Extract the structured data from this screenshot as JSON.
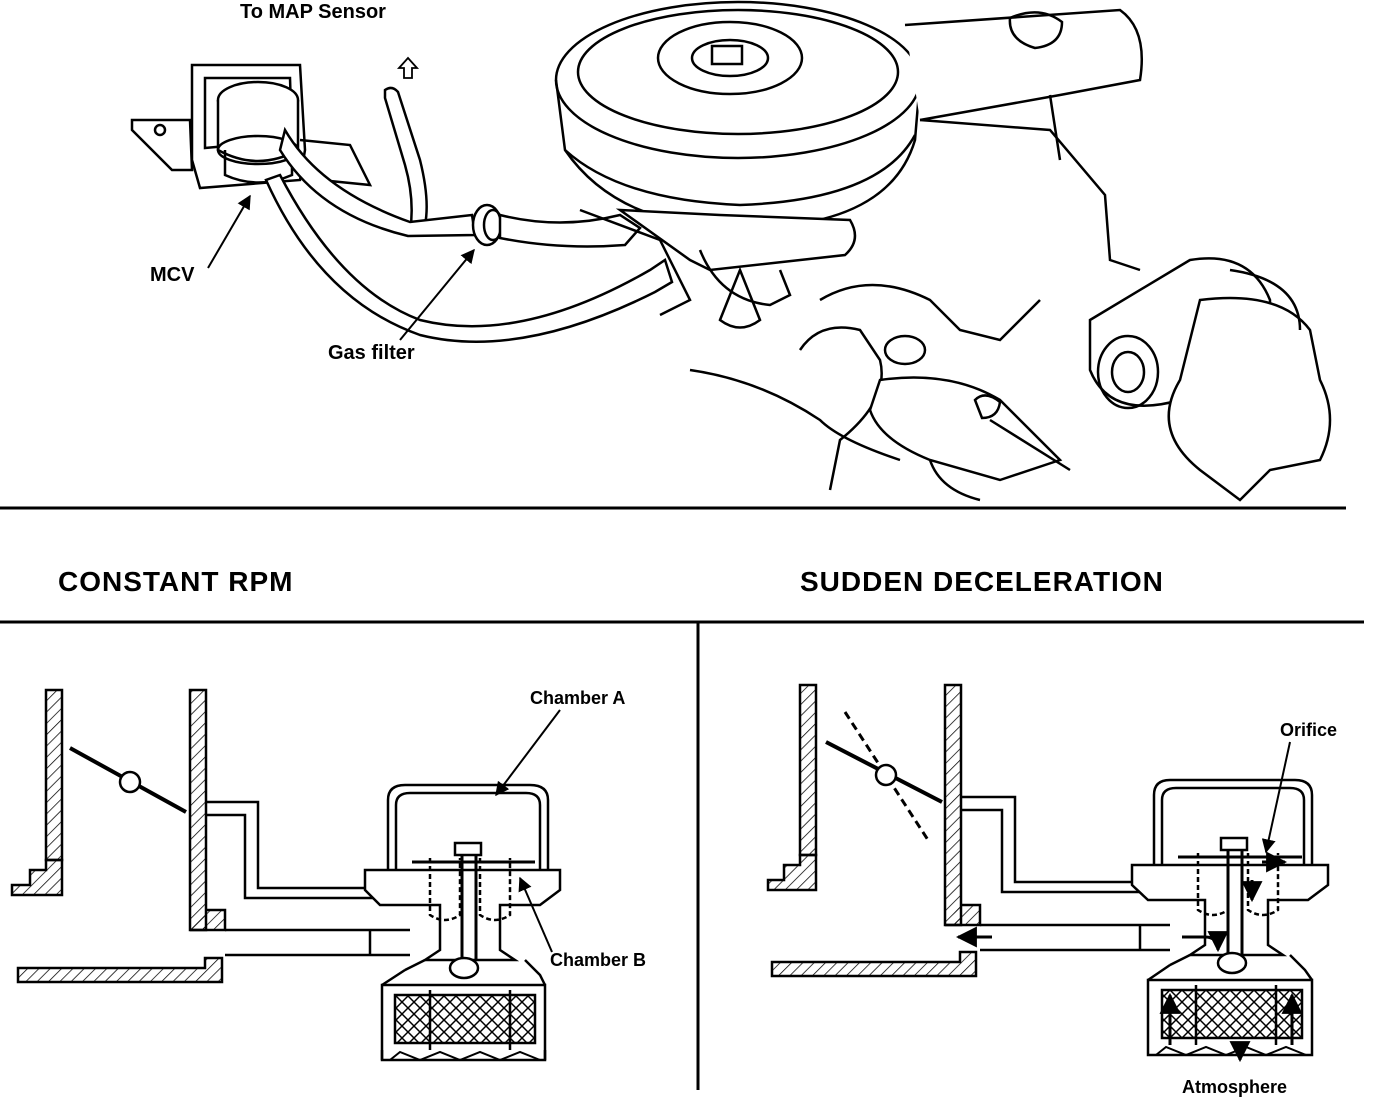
{
  "top_diagram": {
    "labels": {
      "to_map_sensor": "To MAP Sensor",
      "mcv": "MCV",
      "gas_filter": "Gas filter"
    }
  },
  "panels": {
    "left": {
      "heading": "CONSTANT RPM",
      "chamber_a": "Chamber A",
      "chamber_b": "Chamber B"
    },
    "right": {
      "heading": "SUDDEN DECELERATION",
      "orifice": "Orifice",
      "atmosphere": "Atmosphere"
    }
  }
}
